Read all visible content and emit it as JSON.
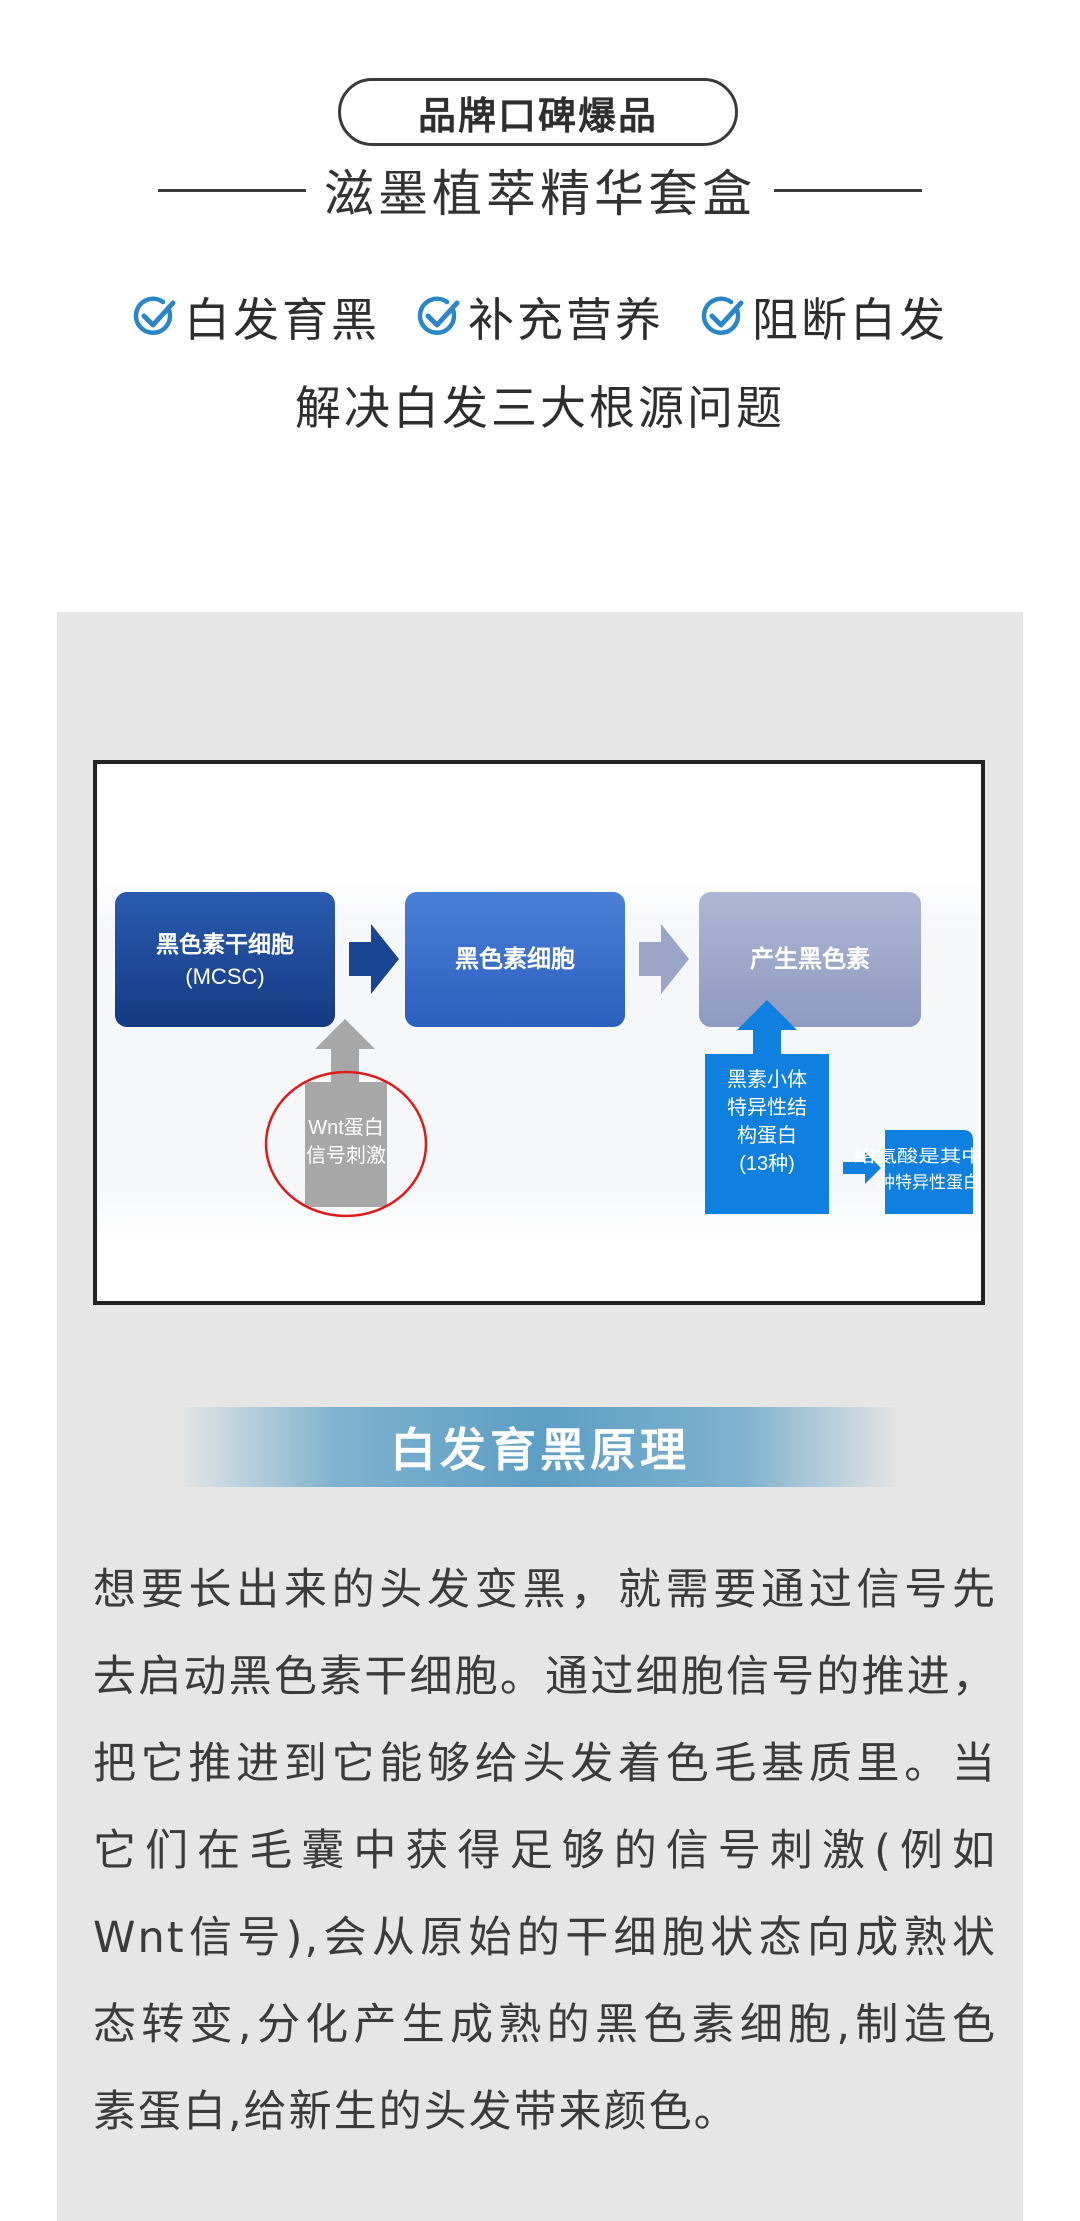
{
  "header": {
    "badge": "品牌口碑爆品",
    "title": "滋墨植萃精华套盒"
  },
  "features": [
    {
      "icon": "check-circle-icon",
      "label": "白发育黑"
    },
    {
      "icon": "check-circle-icon",
      "label": "补充营养"
    },
    {
      "icon": "check-circle-icon",
      "label": "阻断白发"
    }
  ],
  "subtitle": "解决白发三大根源问题",
  "diagram": {
    "boxes": {
      "mcsc_line1": "黑色素干细胞",
      "mcsc_line2": "(MCSC)",
      "melanocyte": "黑色素细胞",
      "melanin": "产生黑色素"
    },
    "wnt": {
      "line1": "Wnt蛋白",
      "line2": "信号刺激"
    },
    "protein": {
      "line1": "黑素小体",
      "line2": "特异性结",
      "line3": "构蛋白",
      "line4": "(13种)"
    },
    "tyrosinase": {
      "line1": "络氨酸是其中一",
      "line2": "种特异性蛋白"
    },
    "colors": {
      "dark_blue": "#1a4592",
      "mid_blue": "#3668c8",
      "gray_blue": "#9aa5c8",
      "bright_blue": "#0f7fe0",
      "gray": "#a7a7a7",
      "circle_red": "#e01919"
    }
  },
  "banner": "白发育黑原理",
  "paragraph": [
    "想要长出来的头发变黑，就需要通过信号先",
    "去启动黑色素干细胞。通过细胞信号的推进，",
    "把它推进到它能够给头发着色毛基质里。当",
    "它们在毛囊中获得足够的信号刺激(例如",
    "Wnt信号),会从原始的干细胞状态向成熟状",
    "态转变,分化产生成熟的黑色素细胞,制造色",
    "素蛋白,给新生的头发带来颜色。"
  ],
  "colors": {
    "check_blue": "#2a86c9",
    "panel_bg": "#e6e6e6"
  }
}
